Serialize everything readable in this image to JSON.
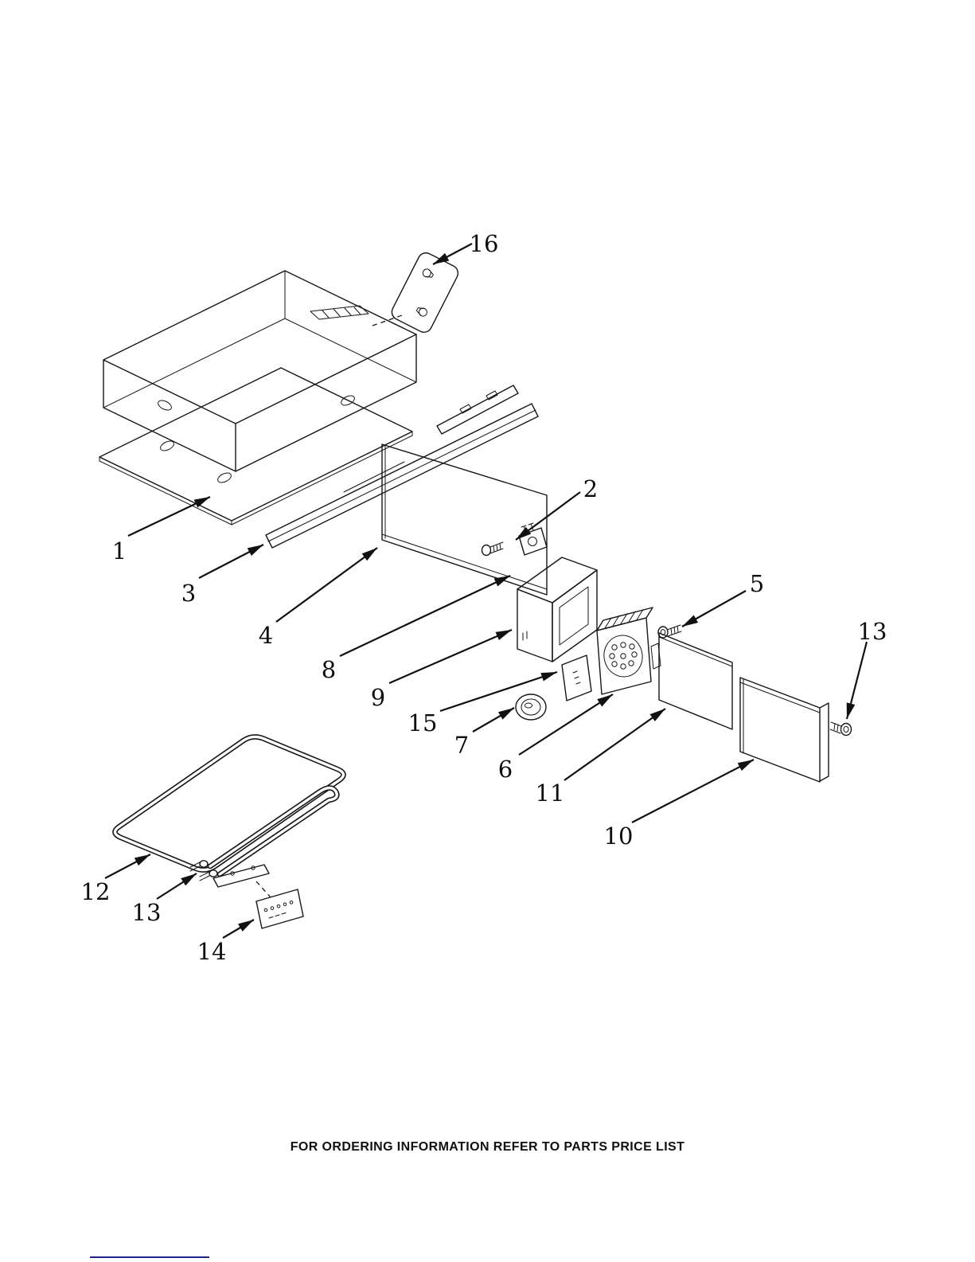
{
  "diagram": {
    "callouts": {
      "p1": "1",
      "p2": "2",
      "p3": "3",
      "p4": "4",
      "p5": "5",
      "p6": "6",
      "p7": "7",
      "p8": "8",
      "p9": "9",
      "p10": "10",
      "p11": "11",
      "p12": "12",
      "p13": "13",
      "p14": "14",
      "p15": "15",
      "p16": "16"
    }
  },
  "footer": {
    "note": "FOR ORDERING INFORMATION REFER TO PARTS PRICE LIST"
  }
}
